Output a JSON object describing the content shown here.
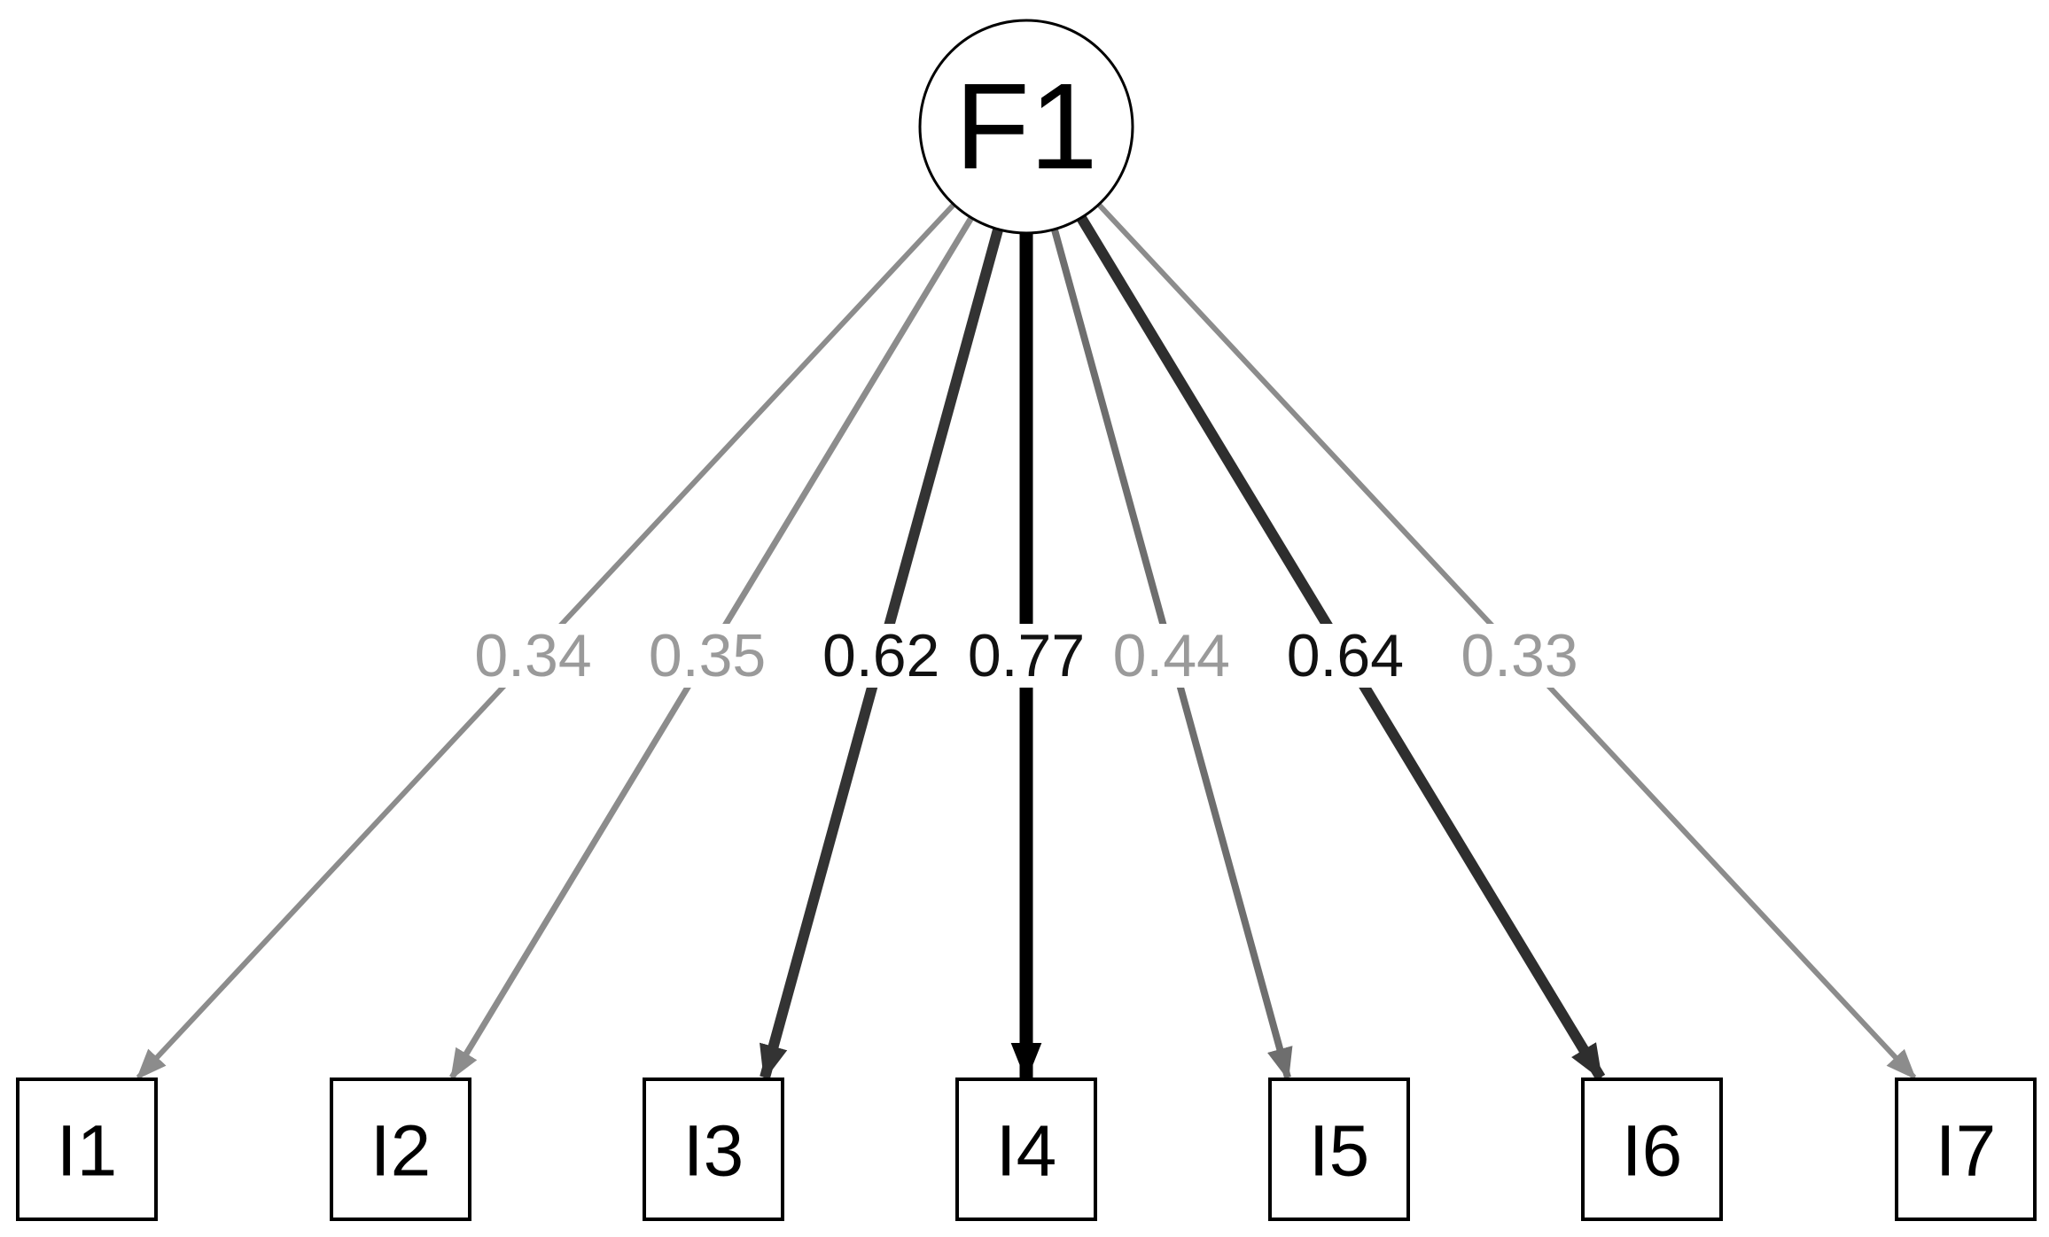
{
  "diagram": {
    "latent": {
      "label": "F1"
    },
    "indicators": [
      {
        "label": "I1",
        "loading": "0.34",
        "color": "#8c8c8c"
      },
      {
        "label": "I2",
        "loading": "0.35",
        "color": "#8c8c8c"
      },
      {
        "label": "I3",
        "loading": "0.62",
        "color": "#333333"
      },
      {
        "label": "I4",
        "loading": "0.77",
        "color": "#000000"
      },
      {
        "label": "I5",
        "loading": "0.44",
        "color": "#6e6e6e"
      },
      {
        "label": "I6",
        "loading": "0.64",
        "color": "#2e2e2e"
      },
      {
        "label": "I7",
        "loading": "0.33",
        "color": "#8c8c8c"
      }
    ]
  }
}
